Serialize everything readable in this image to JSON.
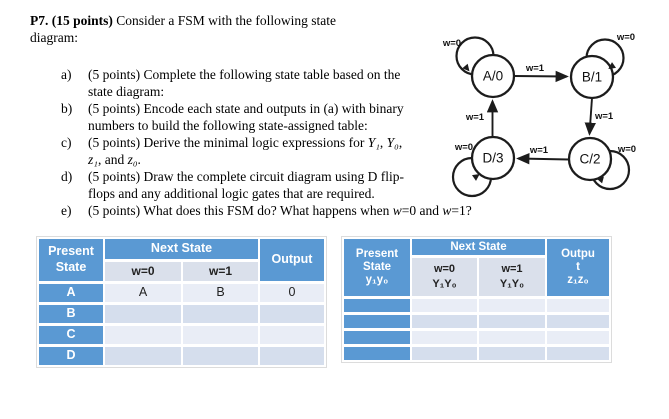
{
  "colors": {
    "header_blue": "#5A99D3",
    "subheader_bg": "#DAE0EB",
    "row_band_light": "#E9EDF6",
    "row_band_dark": "#D5DEED",
    "diagram_stroke": "#1c1c1c",
    "page_background": "#FFFFFF"
  },
  "problem": {
    "title_segments": [
      {
        "text": "P7. (15 points)",
        "bold": true
      },
      {
        "text": " Consider a FSM with the following state"
      },
      {
        "break": true
      },
      {
        "text": "diagram:"
      }
    ],
    "items": [
      {
        "label": "a)",
        "segments": [
          {
            "text": "(5 points) Complete the following state table based on the"
          },
          {
            "break": true
          },
          {
            "text": "state diagram:"
          }
        ]
      },
      {
        "label": "b)",
        "segments": [
          {
            "text": "(5 points) Encode each state and outputs in (a) with binary"
          },
          {
            "break": true
          },
          {
            "text": "numbers to build the following state-assigned table:"
          }
        ]
      },
      {
        "label": "c)",
        "segments": [
          {
            "text": "(5 points) Derive the minimal logic expressions for "
          },
          {
            "text": "Y₁",
            "italic": true
          },
          {
            "text": ", "
          },
          {
            "text": "Y₀",
            "italic": true
          },
          {
            "text": ","
          },
          {
            "break": true
          },
          {
            "text": "z₁",
            "italic": true
          },
          {
            "text": ", and "
          },
          {
            "text": "z₀",
            "italic": true
          },
          {
            "text": "."
          }
        ]
      },
      {
        "label": "d)",
        "segments": [
          {
            "text": "(5 points) Draw the complete circuit diagram using D flip-"
          },
          {
            "break": true
          },
          {
            "text": "flops and any additional logic gates that are required."
          }
        ]
      },
      {
        "label": "e)",
        "segments": [
          {
            "text": "(5 points) What does this FSM do? What happens when "
          },
          {
            "text": "w",
            "italic": true
          },
          {
            "text": "=0 and "
          },
          {
            "text": "w",
            "italic": true
          },
          {
            "text": "=1?"
          }
        ]
      }
    ]
  },
  "diagram": {
    "states": [
      {
        "id": "A",
        "label": "A/0"
      },
      {
        "id": "B",
        "label": "B/1"
      },
      {
        "id": "C",
        "label": "C/2"
      },
      {
        "id": "D",
        "label": "D/3"
      }
    ],
    "loops": [
      {
        "state": "A",
        "label": "w=0"
      },
      {
        "state": "B",
        "label": "w=0"
      },
      {
        "state": "C",
        "label": "w=0"
      },
      {
        "state": "D",
        "label": "w=0"
      }
    ],
    "edges": [
      {
        "from": "A",
        "to": "B",
        "label": "w=1"
      },
      {
        "from": "B",
        "to": "C",
        "label": "w=1"
      },
      {
        "from": "C",
        "to": "D",
        "label": "w=1"
      },
      {
        "from": "D",
        "to": "A",
        "label": "w=1"
      }
    ]
  },
  "state_table": {
    "present_lines": [
      "Present",
      "State"
    ],
    "next_label": "Next State",
    "sub_labels": [
      "w=0",
      "w=1"
    ],
    "output_label": "Output",
    "rows": [
      {
        "state": "A",
        "w0": "A",
        "w1": "B",
        "out": "0"
      },
      {
        "state": "B",
        "w0": "",
        "w1": "",
        "out": ""
      },
      {
        "state": "C",
        "w0": "",
        "w1": "",
        "out": ""
      },
      {
        "state": "D",
        "w0": "",
        "w1": "",
        "out": ""
      }
    ]
  },
  "assigned_table": {
    "present_lines": [
      "Present",
      "State",
      "y₁y₀"
    ],
    "next_label": "Next State",
    "sub_cols": [
      {
        "line1": "w=0",
        "line2": "Y₁Y₀"
      },
      {
        "line1": "w=1",
        "line2": "Y₁Y₀"
      }
    ],
    "output_lines": [
      "Outpu",
      "t",
      "z₁z₀"
    ],
    "rows": [
      {
        "state": "",
        "w0": "",
        "w1": "",
        "out": ""
      },
      {
        "state": "",
        "w0": "",
        "w1": "",
        "out": ""
      },
      {
        "state": "",
        "w0": "",
        "w1": "",
        "out": ""
      },
      {
        "state": "",
        "w0": "",
        "w1": "",
        "out": ""
      }
    ]
  }
}
